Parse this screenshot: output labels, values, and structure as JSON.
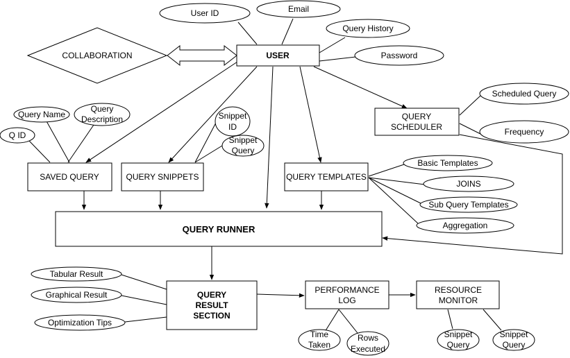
{
  "diagram": {
    "entities": {
      "user": "USER",
      "saved_query": "SAVED QUERY",
      "query_snippets": "QUERY SNIPPETS",
      "query_templates": "QUERY TEMPLATES",
      "query_scheduler": [
        "QUERY",
        "SCHEDULER"
      ],
      "query_runner": "QUERY RUNNER",
      "query_result_section": [
        "QUERY",
        "RESULT",
        "SECTION"
      ],
      "performance_log": [
        "PERFORMANCE",
        "LOG"
      ],
      "resource_monitor": [
        "RESOURCE",
        "MONITOR"
      ]
    },
    "relationship": "COLLABORATION",
    "attributes": {
      "user_id": "User ID",
      "email": "Email",
      "query_history": "Query History",
      "password": "Password",
      "scheduled_query": "Scheduled Query",
      "frequency": "Frequency",
      "query_name": "Query Name",
      "query_description": [
        "Query",
        "Description"
      ],
      "q_id": "Q ID",
      "snippet_id": [
        "Snippet",
        "ID"
      ],
      "snippet_query_1": [
        "Snippet",
        "Query"
      ],
      "basic_templates": "Basic Templates",
      "joins": "JOINS",
      "sub_query_templates": "Sub Query Templates",
      "aggregation": "Aggregation",
      "tabular_result": "Tabular Result",
      "graphical_result": "Graphical Result",
      "optimization_tips": "Optimization Tips",
      "time_taken": [
        "Time",
        "Taken"
      ],
      "rows_executed": [
        "Rows",
        "Executed"
      ],
      "snippet_query_2": [
        "Snippet",
        "Query"
      ],
      "snippet_query_3": [
        "Snippet",
        "Query"
      ]
    }
  }
}
